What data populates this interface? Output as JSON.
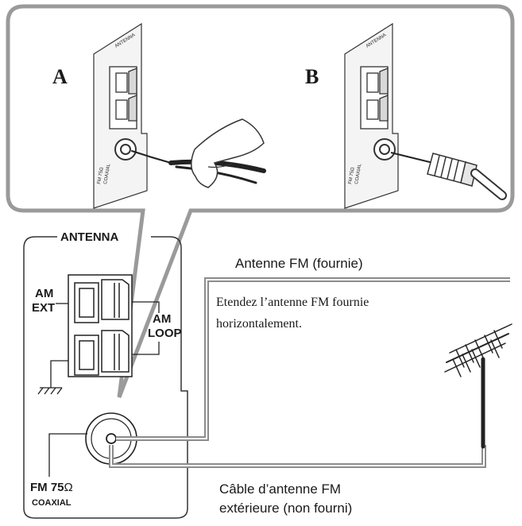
{
  "callout": {
    "panel_a_label": "A",
    "panel_b_label": "B",
    "plate_text": "ANTENNA",
    "jack_text_1": "FM 75Ω",
    "jack_text_2": "COAXIAL"
  },
  "terminal": {
    "title": "ANTENNA",
    "am_ext_1": "AM",
    "am_ext_2": "EXT",
    "am_loop_1": "AM",
    "am_loop_2": "LOOP",
    "fm_label": "FM 75",
    "ohm_symbol": "Ω",
    "coaxial_label": "COAXIAL"
  },
  "captions": {
    "fm_antenna_title": "Antenne FM (fournie)",
    "fm_instruction_1": "Etendez l’antenne FM fournie",
    "fm_instruction_2": "horizontalement.",
    "cable_title_1": "Câble d’antenne FM",
    "cable_title_2": "extérieure (non fourni)"
  }
}
